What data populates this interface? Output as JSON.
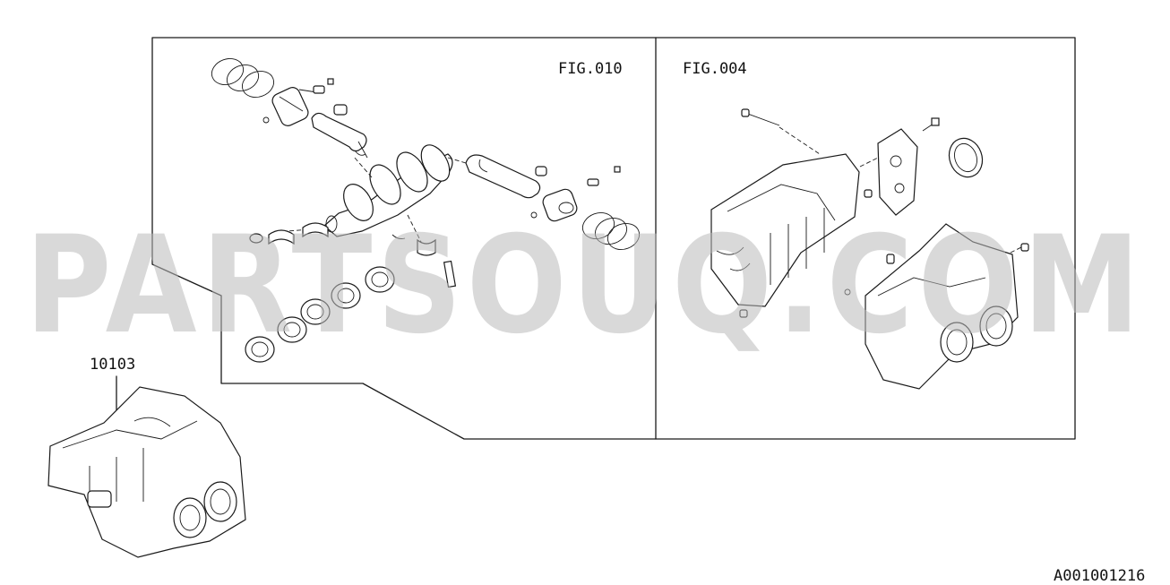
{
  "labels": {
    "fig_left": "FIG.010",
    "fig_right": "FIG.004",
    "part_number": "10103",
    "diagram_code": "A001001216"
  },
  "watermark": "PARTSOUQ.COM",
  "colors": {
    "line": "#1a1a1a",
    "watermark": "#b9b9b9",
    "background": "#ffffff"
  }
}
